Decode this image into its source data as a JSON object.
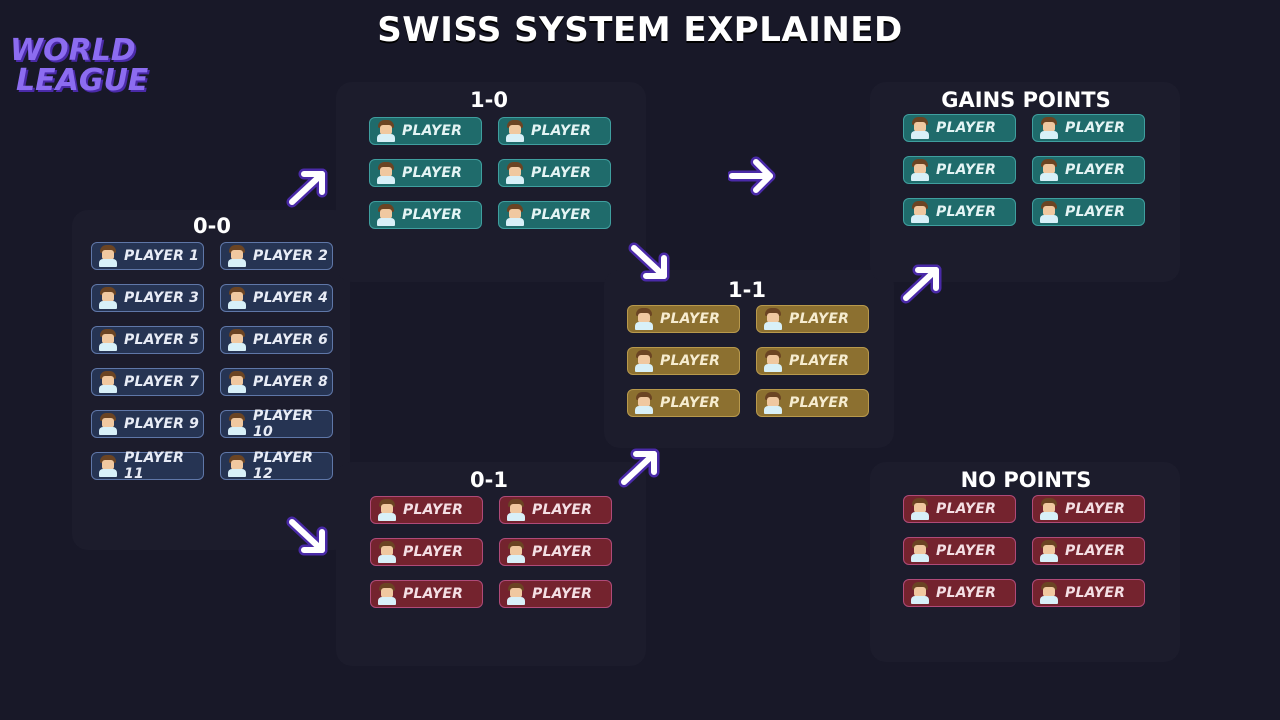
{
  "title": "SWISS SYSTEM EXPLAINED",
  "logo": {
    "line1": "WORLD",
    "line2": "LEAGUE"
  },
  "groups": {
    "r00": {
      "label": "0-0",
      "players": [
        "PLAYER 1",
        "PLAYER 2",
        "PLAYER 3",
        "PLAYER 4",
        "PLAYER 5",
        "PLAYER 6",
        "PLAYER 7",
        "PLAYER 8",
        "PLAYER 9",
        "PLAYER 10",
        "PLAYER 11",
        "PLAYER 12"
      ]
    },
    "r10": {
      "label": "1-0",
      "players": [
        "PLAYER",
        "PLAYER",
        "PLAYER",
        "PLAYER",
        "PLAYER",
        "PLAYER"
      ]
    },
    "r01": {
      "label": "0-1",
      "players": [
        "PLAYER",
        "PLAYER",
        "PLAYER",
        "PLAYER",
        "PLAYER",
        "PLAYER"
      ]
    },
    "r11": {
      "label": "1-1",
      "players": [
        "PLAYER",
        "PLAYER",
        "PLAYER",
        "PLAYER",
        "PLAYER",
        "PLAYER"
      ]
    },
    "gains": {
      "label": "GAINS POINTS",
      "players": [
        "PLAYER",
        "PLAYER",
        "PLAYER",
        "PLAYER",
        "PLAYER",
        "PLAYER"
      ]
    },
    "none": {
      "label": "NO POINTS",
      "players": [
        "PLAYER",
        "PLAYER",
        "PLAYER",
        "PLAYER",
        "PLAYER",
        "PLAYER"
      ]
    }
  },
  "colors": {
    "navy": "#263453",
    "teal": "#1f6b6b",
    "gold": "#8c7030",
    "red": "#74232e",
    "accent": "#8c6cf0"
  }
}
